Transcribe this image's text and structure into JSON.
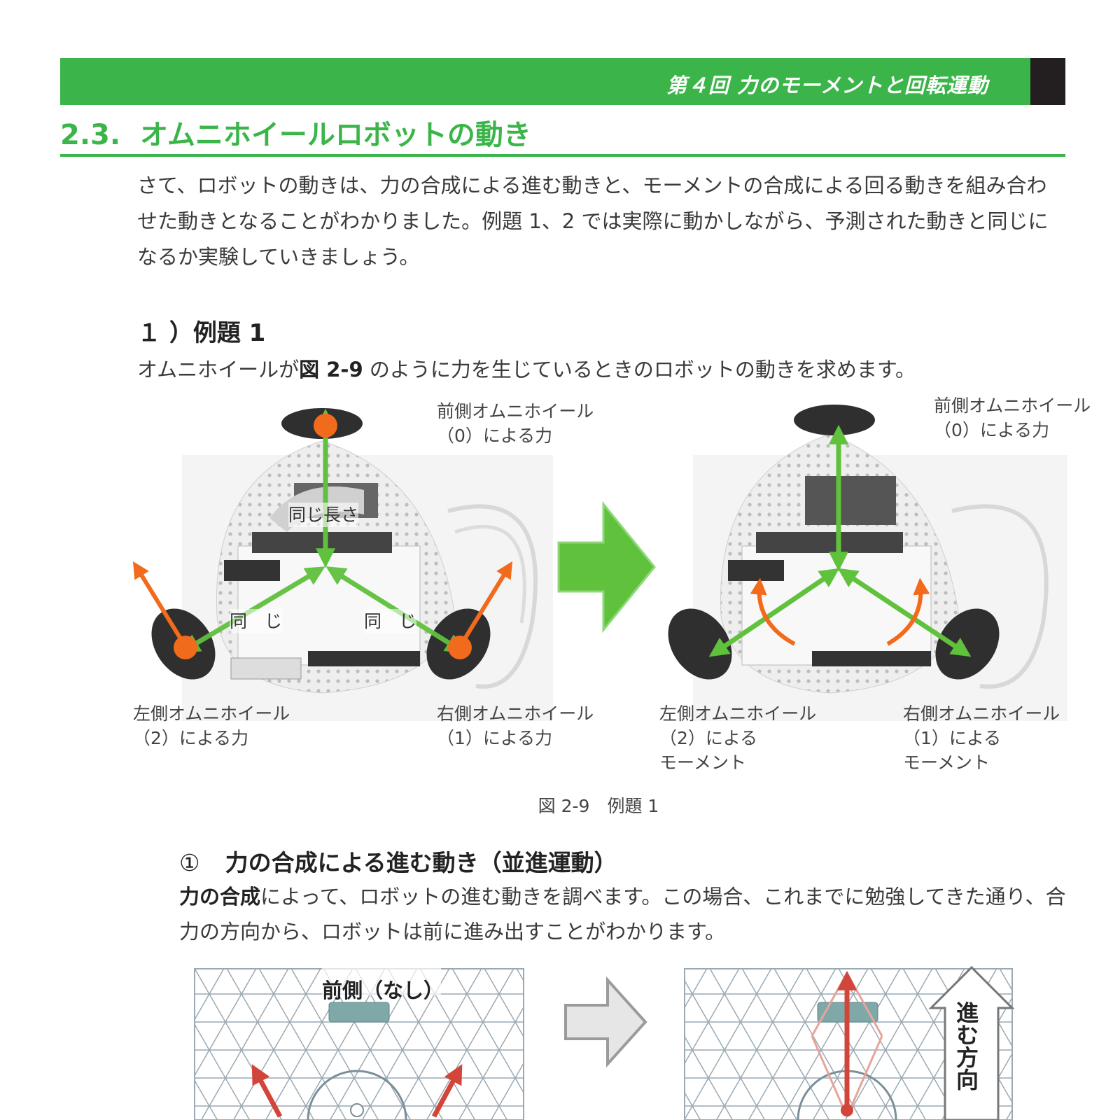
{
  "header": {
    "title": "第４回 力のモーメントと回転運動"
  },
  "section": {
    "number": "2.3.",
    "title": "オムニホイールロボットの動き"
  },
  "intro": "さて、ロボットの動きは、力の合成による進む動きと、モーメントの合成による回る動きを組み合わせた動きとなることがわかりました。例題 1、2 では実際に動かしながら、予測された動きと同じになるか実験していきましょう。",
  "example1": {
    "heading": "１ ）例題 1",
    "text_before": "オムニホイールが",
    "fig_ref": "図 2-9",
    "text_after": " のように力を生じているときのロボットの動きを求めます。"
  },
  "figure": {
    "left": {
      "front_label_1": "前側オムニホイール",
      "front_label_2": "（0）による力",
      "left_label_1": "左側オムニホイール",
      "left_label_2": "（2）による力",
      "right_label_1": "右側オムニホイール",
      "right_label_2": "（1）による力",
      "same_length": "同じ長さ",
      "same_left": "同　じ",
      "same_right": "同　じ"
    },
    "right": {
      "front_label_1": "前側オムニホイール",
      "front_label_2": "（0）による力",
      "left_label_1": "左側オムニホイール",
      "left_label_2": "（2）による",
      "left_label_3": "モーメント",
      "right_label_1": "右側オムニホイール",
      "right_label_2": "（1）による",
      "right_label_3": "モーメント"
    },
    "caption": "図 2-9　例題 1",
    "colors": {
      "green": "#5fc13c",
      "orange": "#f26a1b"
    }
  },
  "subsection1": {
    "number": "①",
    "title": "力の合成による進む動き（並進運動）",
    "bold_start": "力の合成",
    "text": "によって、ロボットの進む動きを調べます。この場合、これまでに勉強してきた通り、合力の方向から、ロボットは前に進み出すことがわかります。"
  },
  "grid_figure": {
    "left_label": "前側（なし）",
    "direction_label": "進む方向"
  }
}
